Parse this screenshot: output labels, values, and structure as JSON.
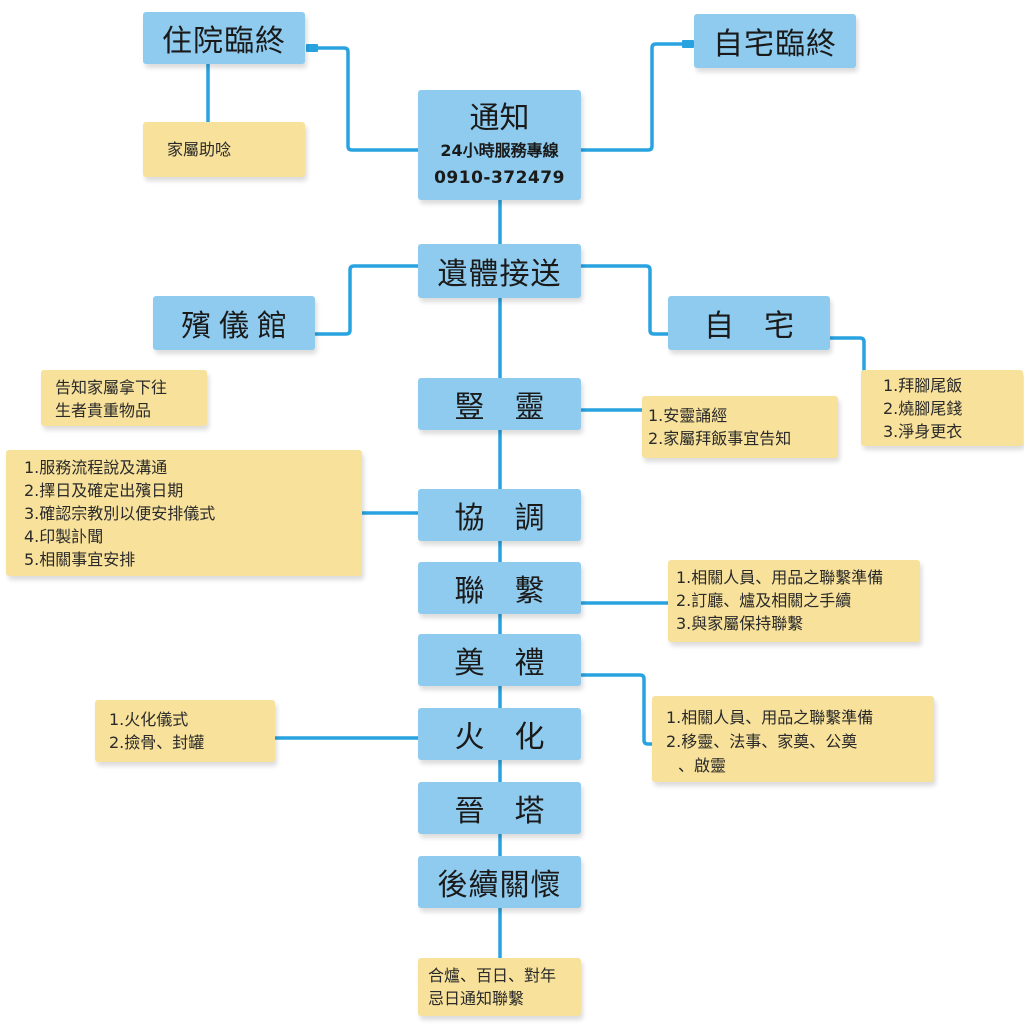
{
  "colors": {
    "box": "#8ecbee",
    "note": "#f7e19b",
    "connector": "#29a3e0"
  },
  "nodes": {
    "hospital": "住院臨終",
    "home_death": "自宅臨終",
    "notify": {
      "title": "通知",
      "hotline": "24小時服務專線",
      "phone": "0910-372479"
    },
    "transport": "遺體接送",
    "funeral_home": "殯儀館",
    "home": "自宅",
    "altar": "豎靈",
    "coordinate": "協調",
    "contact": "聯繫",
    "ceremony": "奠禮",
    "cremation": "火化",
    "tower": "晉塔",
    "aftercare": "後續關懷"
  },
  "notes": {
    "hospital": [
      "家屬助唸"
    ],
    "funeral_home": [
      "告知家屬拿下往",
      "生者貴重物品"
    ],
    "home": [
      "1.拜腳尾飯",
      "2.燒腳尾錢",
      "3.淨身更衣"
    ],
    "altar": [
      "1.安靈誦經",
      "2.家屬拜飯事宜告知"
    ],
    "coordinate": [
      "1.服務流程說及溝通",
      "2.擇日及確定出殯日期",
      "3.確認宗教別以便安排儀式",
      "4.印製訃聞",
      "5.相關事宜安排"
    ],
    "contact": [
      "1.相關人員、用品之聯繫準備",
      "2.訂廳、爐及相關之手續",
      "3.與家屬保持聯繫"
    ],
    "ceremony": [
      "1.相關人員、用品之聯繫準備",
      "2.移靈、法事、家奠、公奠",
      "、啟靈"
    ],
    "cremation": [
      "1.火化儀式",
      "2.撿骨、封罐"
    ],
    "aftercare": [
      "合爐、百日、對年",
      "忌日通知聯繫"
    ]
  }
}
